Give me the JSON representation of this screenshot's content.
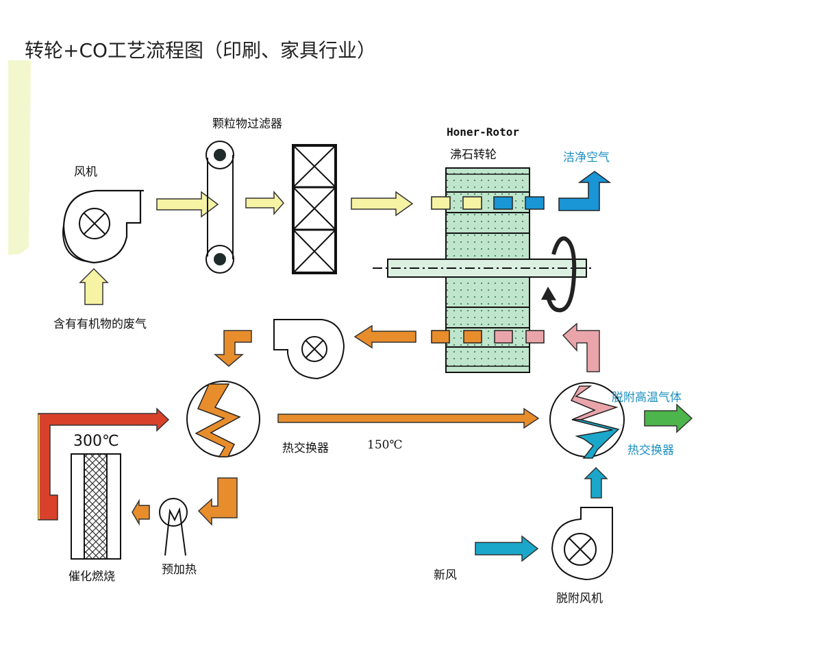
{
  "title": "转轮+CO工艺流程图（印刷、家具行业）",
  "labels": {
    "fan": "风机",
    "waste_gas": "含有有机物的废气",
    "particle_filter": "颗粒物过滤器",
    "rotor_en": "Honer-Rotor",
    "rotor_cn": "沸石转轮",
    "clean_air": "洁净空气",
    "heat_exchanger_main": "热交换器",
    "temp_150": "150℃",
    "temp_300": "300℃",
    "catalytic_combustion": "催化燃烧",
    "preheat": "预加热",
    "fresh_air": "新风",
    "desorption_fan": "脱附风机",
    "desorption_hot_gas": "脱附高温气体",
    "heat_exchanger_right": "热交换器"
  },
  "colors": {
    "yellow_flow": "#f6f3a4",
    "blue_flow": "#1a95d6",
    "orange_flow": "#e88d2c",
    "pink_flow": "#eaa5ab",
    "red_flow": "#d9412b",
    "green_flow": "#4cb54b",
    "teal_flow": "#1ba7c9",
    "rotor_fill": "#bfe5cc",
    "label_blue": "#1b8fc0"
  }
}
